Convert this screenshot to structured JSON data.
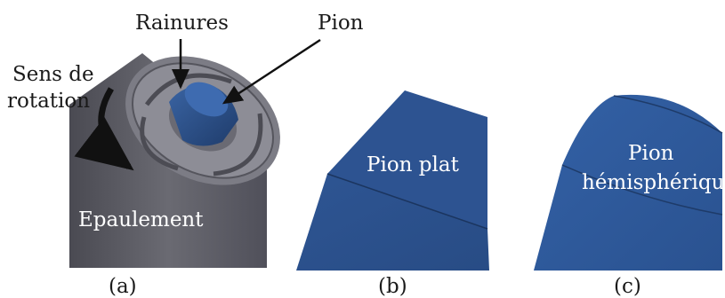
{
  "panel_a": {
    "label_grooves": "Rainures",
    "label_pin": "Pion",
    "label_rotation_line1": "Sens de",
    "label_rotation_line2": "rotation",
    "label_shoulder": "Epaulement",
    "caption": "(a)"
  },
  "panel_b": {
    "label": "Pion plat",
    "caption": "(b)"
  },
  "panel_c": {
    "label_line1": "Pion",
    "label_line2": "hémisphérique",
    "caption": "(c)"
  },
  "colors": {
    "pin_blue": "#2f5590",
    "pin_blue_dark": "#203f70",
    "tool_gray": "#5d5d66",
    "tool_gray_light": "#9a9aa2",
    "arrow": "#111111"
  }
}
